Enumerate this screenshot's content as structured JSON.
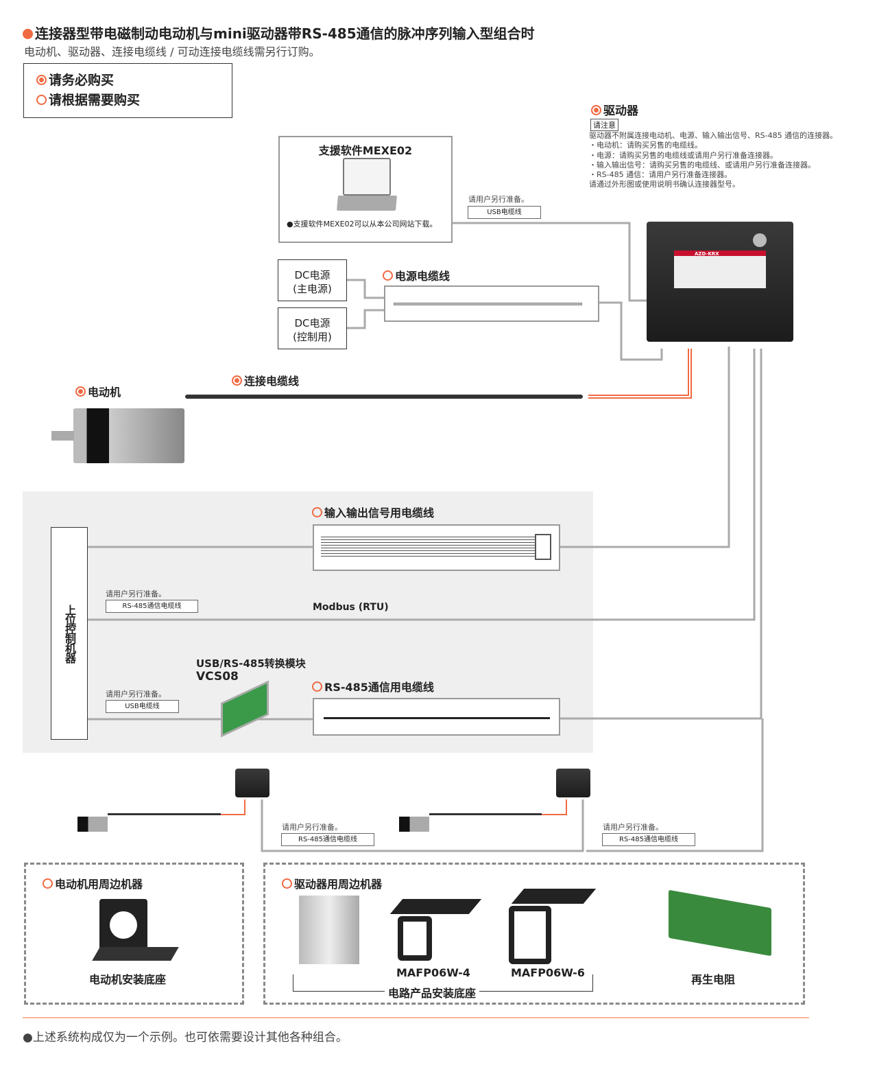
{
  "title": "连接器型带电磁制动电动机与mini驱动器带RS-485通信的脉冲序列输入型组合时",
  "subtitle": "电动机、驱动器、连接电缆线 / 可动连接电缆线需另行订购。",
  "legend": {
    "required": "请务必购买",
    "optional": "请根据需要购买"
  },
  "driver": {
    "label": "驱动器",
    "notice_tag": "请注意",
    "notes": [
      "驱动器不附属连接电动机、电源、输入输出信号、RS-485 通信的连接器。",
      "・电动机：请购买另售的电缆线。",
      "・电源：请购买另售的电缆线或请用户另行准备连接器。",
      "・输入输出信号：请购买另售的电缆线、或请用户另行准备连接器。",
      "・RS-485 通信：请用户另行准备连接器。",
      "请通过外形图或使用说明书确认连接器型号。"
    ],
    "model": "AZD-KRX"
  },
  "software": {
    "title": "支援软件MEXE02",
    "note": "●支援软件MEXE02可以从本公司网站下载。"
  },
  "user_prepare": "请用户另行准备。",
  "usb_cable": "USB电缆线",
  "dc_main": [
    "DC电源",
    "(主电源)"
  ],
  "dc_ctrl": [
    "DC电源",
    "(控制用)"
  ],
  "power_cable": "电源电缆线",
  "motor": "电动机",
  "connect_cable": "连接电缆线",
  "io_cable": "输入输出信号用电缆线",
  "host": "上位控制机器",
  "rs485_cable_tag": "RS-485通信电缆线",
  "modbus": "Modbus (RTU)",
  "converter": {
    "name": "USB/RS-485转换模块",
    "model": "VCS08"
  },
  "rs485_cable": "RS-485通信用电缆线",
  "motor_periph": {
    "title": "电动机用周边机器",
    "item": "电动机安装底座"
  },
  "driver_periph": {
    "title": "驱动器用周边机器",
    "items": [
      "MAFP06W-4",
      "MAFP06W-6"
    ],
    "group": "电路产品安装底座",
    "regen": "再生电阻"
  },
  "footer": "●上述系统构成仅为一个示例。也可依需要设计其他各种组合。",
  "colors": {
    "accent": "#f06a42",
    "line": "#999999",
    "panel": "#efefef"
  }
}
